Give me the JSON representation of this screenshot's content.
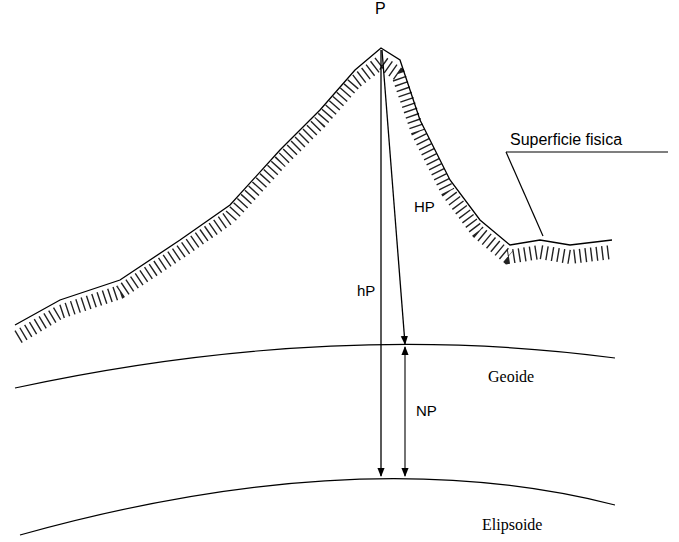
{
  "diagram": {
    "labels": [
      "P",
      "Superficie fisica",
      "hP",
      "HP",
      "Geoide",
      "NP",
      "Elipsoide"
    ]
  }
}
